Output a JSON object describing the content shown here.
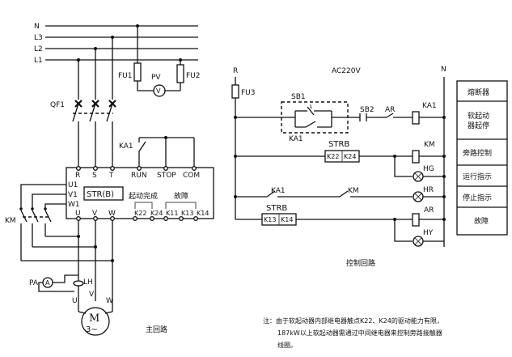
{
  "bus": {
    "n": "N",
    "l3": "L3",
    "l2": "L2",
    "l1": "L1"
  },
  "main": {
    "qf1": "QF1",
    "fu1": "FU1",
    "fu2": "FU2",
    "pv": "PV",
    "v_symbol": "V",
    "ka1": "KA1",
    "km": "KM",
    "pa": "PA",
    "a_symbol": "A",
    "lh": "LH",
    "title": "主回路",
    "motor_m": "M",
    "motor_phase": "3~"
  },
  "starter": {
    "top_terms": [
      "R",
      "S",
      "T",
      "RUN",
      "STOP",
      "COM"
    ],
    "left_terms": [
      "U1",
      "V1",
      "W1"
    ],
    "bottom_terms": [
      "U",
      "V",
      "W",
      "K22",
      "K24",
      "K11",
      "K13",
      "K14"
    ],
    "box_label": "STR(B)",
    "start_done": "起动完成",
    "fault": "故障"
  },
  "motor_leads": [
    "U",
    "V",
    "W"
  ],
  "control": {
    "r": "R",
    "n": "N",
    "supply": "AC220V",
    "fu3": "FU3",
    "sb1": "SB1",
    "ka1_a": "KA1",
    "sb2": "SB2",
    "ar_contact": "AR",
    "ka1_coil": "KA1",
    "strb1": "STRB",
    "k22": "K22",
    "k24": "K24",
    "km_coil": "KM",
    "hg": "HG",
    "ka1_b": "KA1",
    "km_contact": "KM",
    "hr": "HR",
    "strb2": "STRB",
    "k13": "K13",
    "k14": "K14",
    "ar_coil": "AR",
    "hy": "HY",
    "title": "控制回路"
  },
  "legend": [
    "熔断器",
    "软起动",
    "器起停",
    "旁路控制",
    "运行指示",
    "停止指示",
    "故障"
  ],
  "note": {
    "line1": "注：由于软起动器内部继电器触点K22、K24的驱动能力有限，",
    "line2": "187kW以上软起动器需通过中间继电器来控制旁路接触器",
    "line3": "线圈。"
  }
}
